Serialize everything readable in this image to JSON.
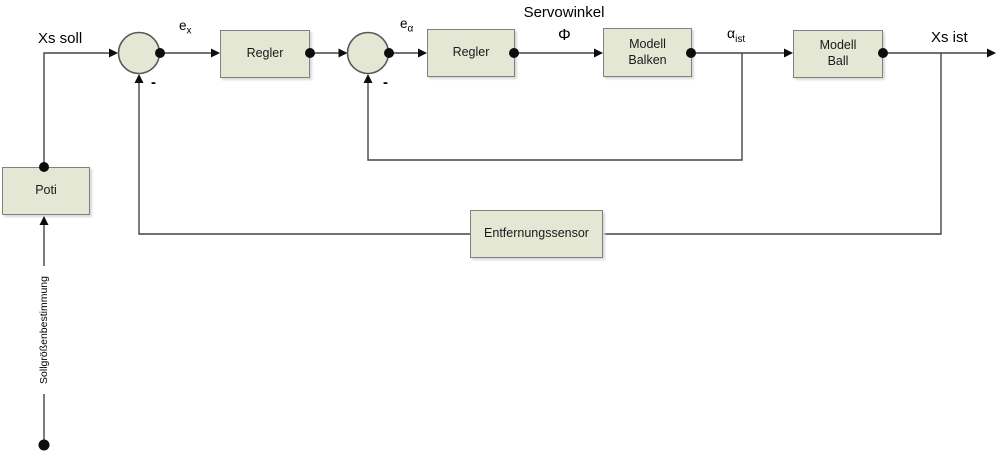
{
  "colors": {
    "block-fill": "#e3e7d4",
    "block-border": "#808080",
    "wire": "#444444",
    "mark": "#0d0d0d",
    "text": "#000000"
  },
  "blocks": {
    "poti": "Poti",
    "regler_position": "Regler",
    "regler_winkel": "Regler",
    "modell_balken": {
      "line1": "Modell",
      "line2": "Balken"
    },
    "modell_ball": {
      "line1": "Modell",
      "line2": "Ball"
    },
    "entfernungssensor": "Entfernungssensor"
  },
  "labels": {
    "xs_soll": "Xs soll",
    "xs_ist": "Xs ist",
    "e_x": {
      "base": "e",
      "sub": "x"
    },
    "e_alpha": {
      "base": "e",
      "sub": "α"
    },
    "servowinkel": "Servowinkel",
    "phi": "Φ",
    "alpha_ist": {
      "base": "α",
      "sub": "ist"
    },
    "minus": "-",
    "sollgroessenbestimmung": "Sollgrößenbestimmung"
  }
}
